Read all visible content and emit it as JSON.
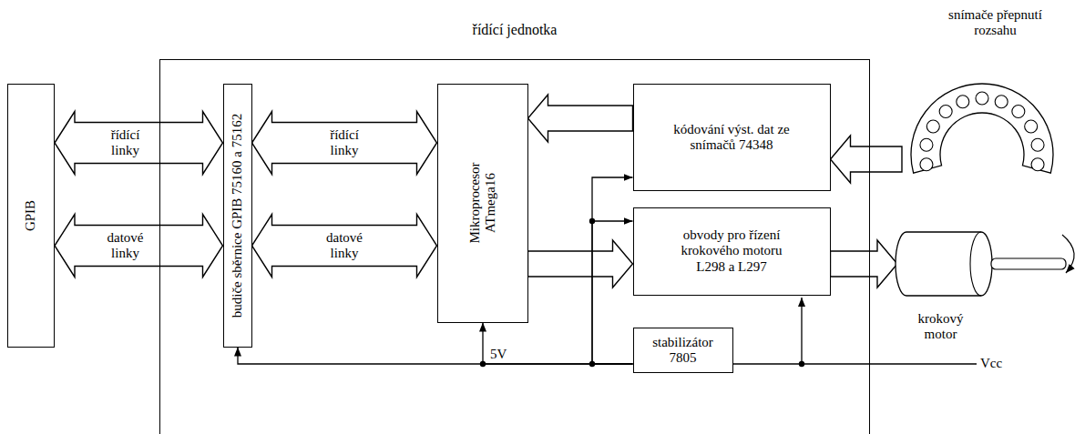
{
  "diagram": {
    "nodes": [
      {
        "text": [
          "GPIB"
        ]
      },
      {
        "text": [
          "řídící jednotka"
        ]
      },
      {
        "text": [
          "budiče sběrnice GPIB 75160 a 75162"
        ],
        "in": 1
      },
      {
        "text": [
          "Mikroprocesor ATmega16"
        ],
        "in": 1
      },
      {
        "text": [
          "kódování výst. dat ze snímačů 74348"
        ],
        "in": 1
      },
      {
        "text": [
          "obvody pro řízení krokového motoru L298 a L297"
        ],
        "in": 1
      },
      {
        "text": [
          "stabilizátor 7805"
        ],
        "in": 1
      },
      {
        "text": [
          "snímače přepnutí rozsahu"
        ]
      },
      {
        "text": [
          "krokový motor"
        ]
      }
    ],
    "edges": [
      {
        "from": 0,
        "to": 2,
        "arrow": "both",
        "label": "řídící linky"
      },
      {
        "from": 0,
        "to": 2,
        "arrow": "both",
        "label": "datové linky"
      },
      {
        "from": 2,
        "to": 3,
        "arrow": "both",
        "label": "řídící linky"
      },
      {
        "from": 2,
        "to": 3,
        "arrow": "both",
        "label": "datové linky"
      },
      {
        "from": 4,
        "to": 3,
        "arrow": "to"
      },
      {
        "from": 3,
        "to": 5,
        "arrow": "to"
      },
      {
        "from": 7,
        "to": 4,
        "arrow": "to"
      },
      {
        "from": 5,
        "to": 8,
        "arrow": "to"
      },
      {
        "from": 6,
        "to": 2,
        "arrow": "to"
      },
      {
        "from": 6,
        "to": 3,
        "arrow": "to"
      },
      {
        "from": 6,
        "to": 4,
        "arrow": "to"
      },
      {
        "from": 6,
        "to": 5,
        "arrow": "to"
      }
    ],
    "labels": [
      "5V",
      "Vcc"
    ]
  }
}
